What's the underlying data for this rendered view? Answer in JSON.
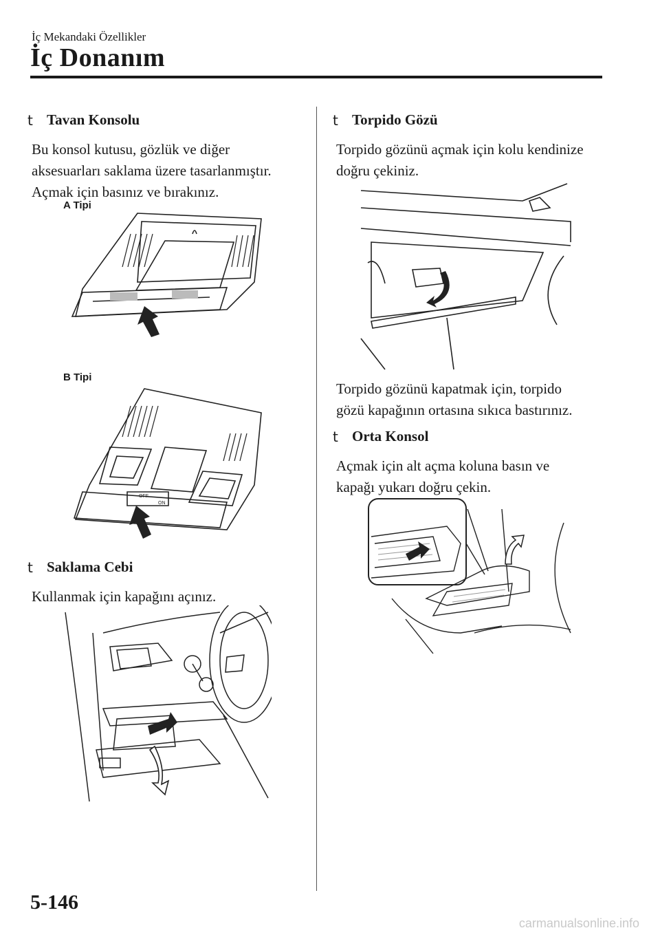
{
  "header": {
    "breadcrumb": "İç Mekandaki Özellikler",
    "title": "İç Donanım"
  },
  "left": {
    "overhead": {
      "heading": "Tavan Konsolu",
      "body": [
        "Bu konsol kutusu, gözlük ve diğer",
        "aksesuarları saklama üzere tasarlanmıştır.",
        "Açmak için basınız ve bırakınız."
      ],
      "type_a_label": "A Tipi",
      "type_b_label": "B Tipi",
      "switch_off": "OFF",
      "switch_on": "ON"
    },
    "pocket": {
      "heading": "Saklama Cebi",
      "body": [
        "Kullanmak için kapağını açınız."
      ]
    }
  },
  "right": {
    "glovebox": {
      "heading": "Torpido Gözü",
      "body": [
        "Torpido gözünü açmak için kolu kendinize",
        "doğru çekiniz."
      ],
      "close_text": [
        "Torpido gözünü kapatmak için, torpido",
        "gözü kapağının ortasına sıkıca bastırınız."
      ]
    },
    "center": {
      "heading": "Orta Konsol",
      "body": [
        "Açmak için alt açma koluna basın ve",
        "kapağı yukarı doğru çekin."
      ]
    }
  },
  "bullet_glyph": "t",
  "footer": {
    "page_number": "5-146",
    "watermark": "carmanualsonline.info"
  }
}
